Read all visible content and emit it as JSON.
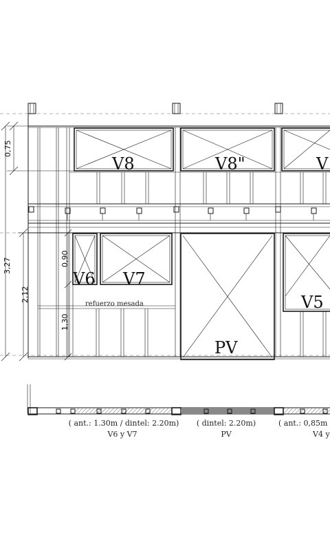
{
  "labels": {
    "v8": "V8",
    "v8b": "V8\"",
    "v8c": "V",
    "v6": "V6",
    "v7": "V7",
    "pv": "PV",
    "v5": "V5"
  },
  "dimensions": {
    "d075": "0,75",
    "d327": "3,27",
    "d212": "2,12",
    "d090": "0,90",
    "d130": "1,30"
  },
  "notes": {
    "refuerzo": "refuerzo mesada"
  },
  "captions": {
    "c1_line1": "( ant.: 1.30m / dintel: 2.20m)",
    "c1_line2": "V6 y V7",
    "c2_line1": "( dintel: 2.20m)",
    "c2_line2": "PV",
    "c3_line1": "( ant.: 0,85m /",
    "c3_line2": "V4 y"
  },
  "colors": {
    "line": "#1a1a1a",
    "dash": "#9a9a9a",
    "hatch": "#666666",
    "background": "#ffffff"
  }
}
